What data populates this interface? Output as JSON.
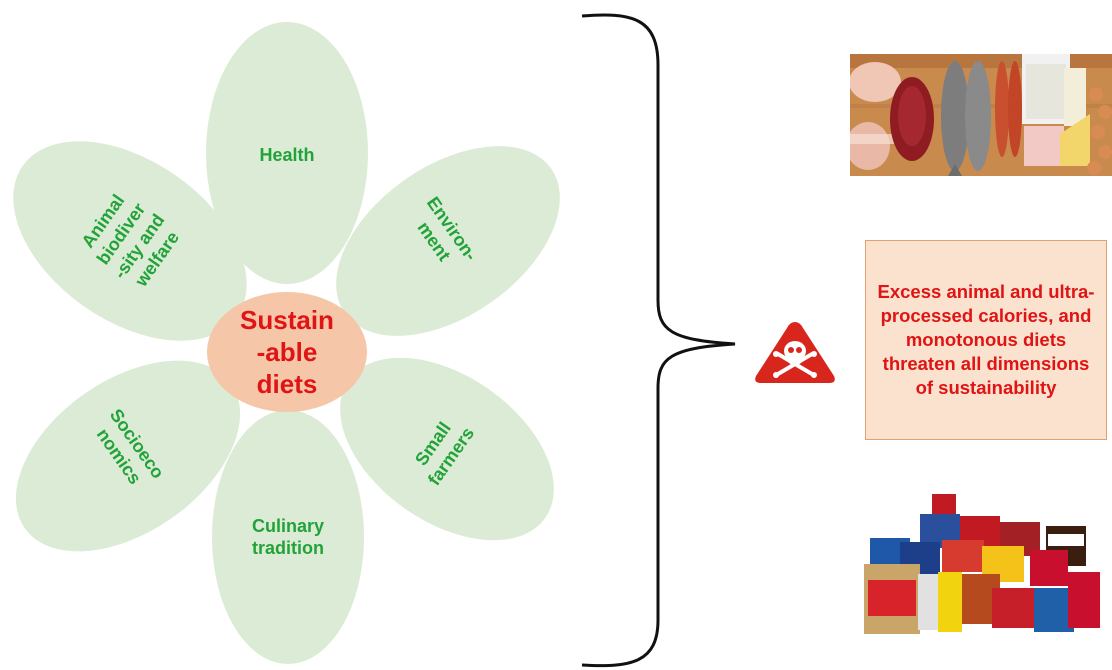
{
  "center_label": "Sustain\n-able\ndiets",
  "petals": {
    "health": "Health",
    "environment": "Environ-\nment",
    "small_farmers": "Small\nfarmers",
    "culinary": "Culinary\ntradition",
    "socioeconomics": "Socioeco\nnomics",
    "animal": "Animal\nbiodiver\n-sity and\nwelfare"
  },
  "warning_text": "Excess animal and ultra-processed calories, and monotonous diets threaten all dimensions of sustainability",
  "icons": {
    "warning": "skull-crossbones-warning-icon",
    "animal_foods": "animal-foods-image",
    "processed_foods": "processed-foods-image"
  },
  "colors": {
    "petal": "#dcebd5",
    "petal_text": "#22a33a",
    "center": "#f5c6a8",
    "center_text": "#e01414",
    "warning_fill": "#fbe2cf",
    "warning_border": "#e2a070",
    "warning_triangle": "#d9261c"
  }
}
